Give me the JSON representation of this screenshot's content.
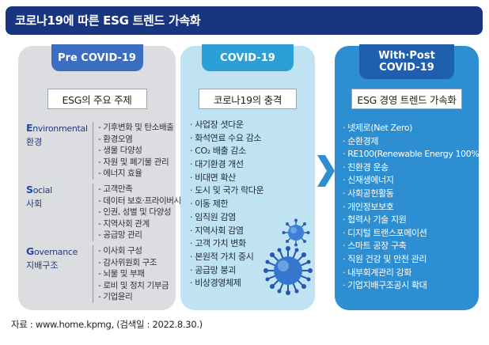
{
  "title": "코로나19에 따른 ESG 트렌드 가속화",
  "pre_covid": {
    "tab": "Pre COVID-19",
    "subtitle": "ESG의 주요 주제",
    "categories": [
      {
        "cap": "E",
        "rest": "nvironmental",
        "ko": "환경",
        "items": [
          "- 기후변화 및 탄소배출",
          "- 환경오염",
          "- 생물 다양성",
          "- 자원 및 폐기물 관리",
          "- 에너지 효율"
        ]
      },
      {
        "cap": "S",
        "rest": "ocial",
        "ko": "사회",
        "items": [
          "- 고객만족",
          "- 데이터 보호·프라이버시",
          "- 인권, 성별 및 다양성",
          "- 지역사회 관계",
          "- 공급망 관리"
        ]
      },
      {
        "cap": "G",
        "rest": "overnance",
        "ko": "지배구조",
        "items": [
          "- 이사회 구성",
          "- 감사위원회 구조",
          "- 뇌물 및 부패",
          "- 로비 및 정치 기부금",
          "- 기업윤리"
        ]
      }
    ]
  },
  "covid": {
    "tab": "COVID-19",
    "subtitle": "코로나19의 충격",
    "items": [
      "· 사업장 셧다운",
      "· 화석연료 수요 감소",
      "· CO₂ 배출 감소",
      "· 대기환경 개선",
      "· 비대면 확산",
      "· 도시 및 국가 락다운",
      "· 이동 제한",
      "· 임직원 감염",
      "· 지역사회 감염",
      "· 고객 가치 변화",
      "· 본원적 가치 중시",
      "· 공급망 붕괴",
      "· 비상경영체제"
    ]
  },
  "post_covid": {
    "tab_line1": "With·Post",
    "tab_line2": "COVID-19",
    "subtitle": "ESG 경영 트렌드 가속화",
    "items": [
      "· 넷제로(Net Zero)",
      "· 순환경제",
      "· RE100(Renewable Energy 100%)",
      "· 친환경 운송",
      "· 신재생에너지",
      "· 사회공헌활동",
      "· 개인정보보호",
      "· 협력사 기술 지원",
      "· 디지털 트랜스포메이션",
      "· 스마트 공장 구축",
      "· 직원 건강 및 안전 관리",
      "· 내부회계관리 강화",
      "· 기업지배구조공시 확대"
    ]
  },
  "source": "자료 : www.home.kpmg, (검색일 : 2022.8.30.)",
  "colors": {
    "title_bg": "#17367f",
    "pre_panel": "#dcdde0",
    "covid_panel": "#bfe3f3",
    "post_panel": "#2d8fd2",
    "virus": "#2a5fb8"
  }
}
